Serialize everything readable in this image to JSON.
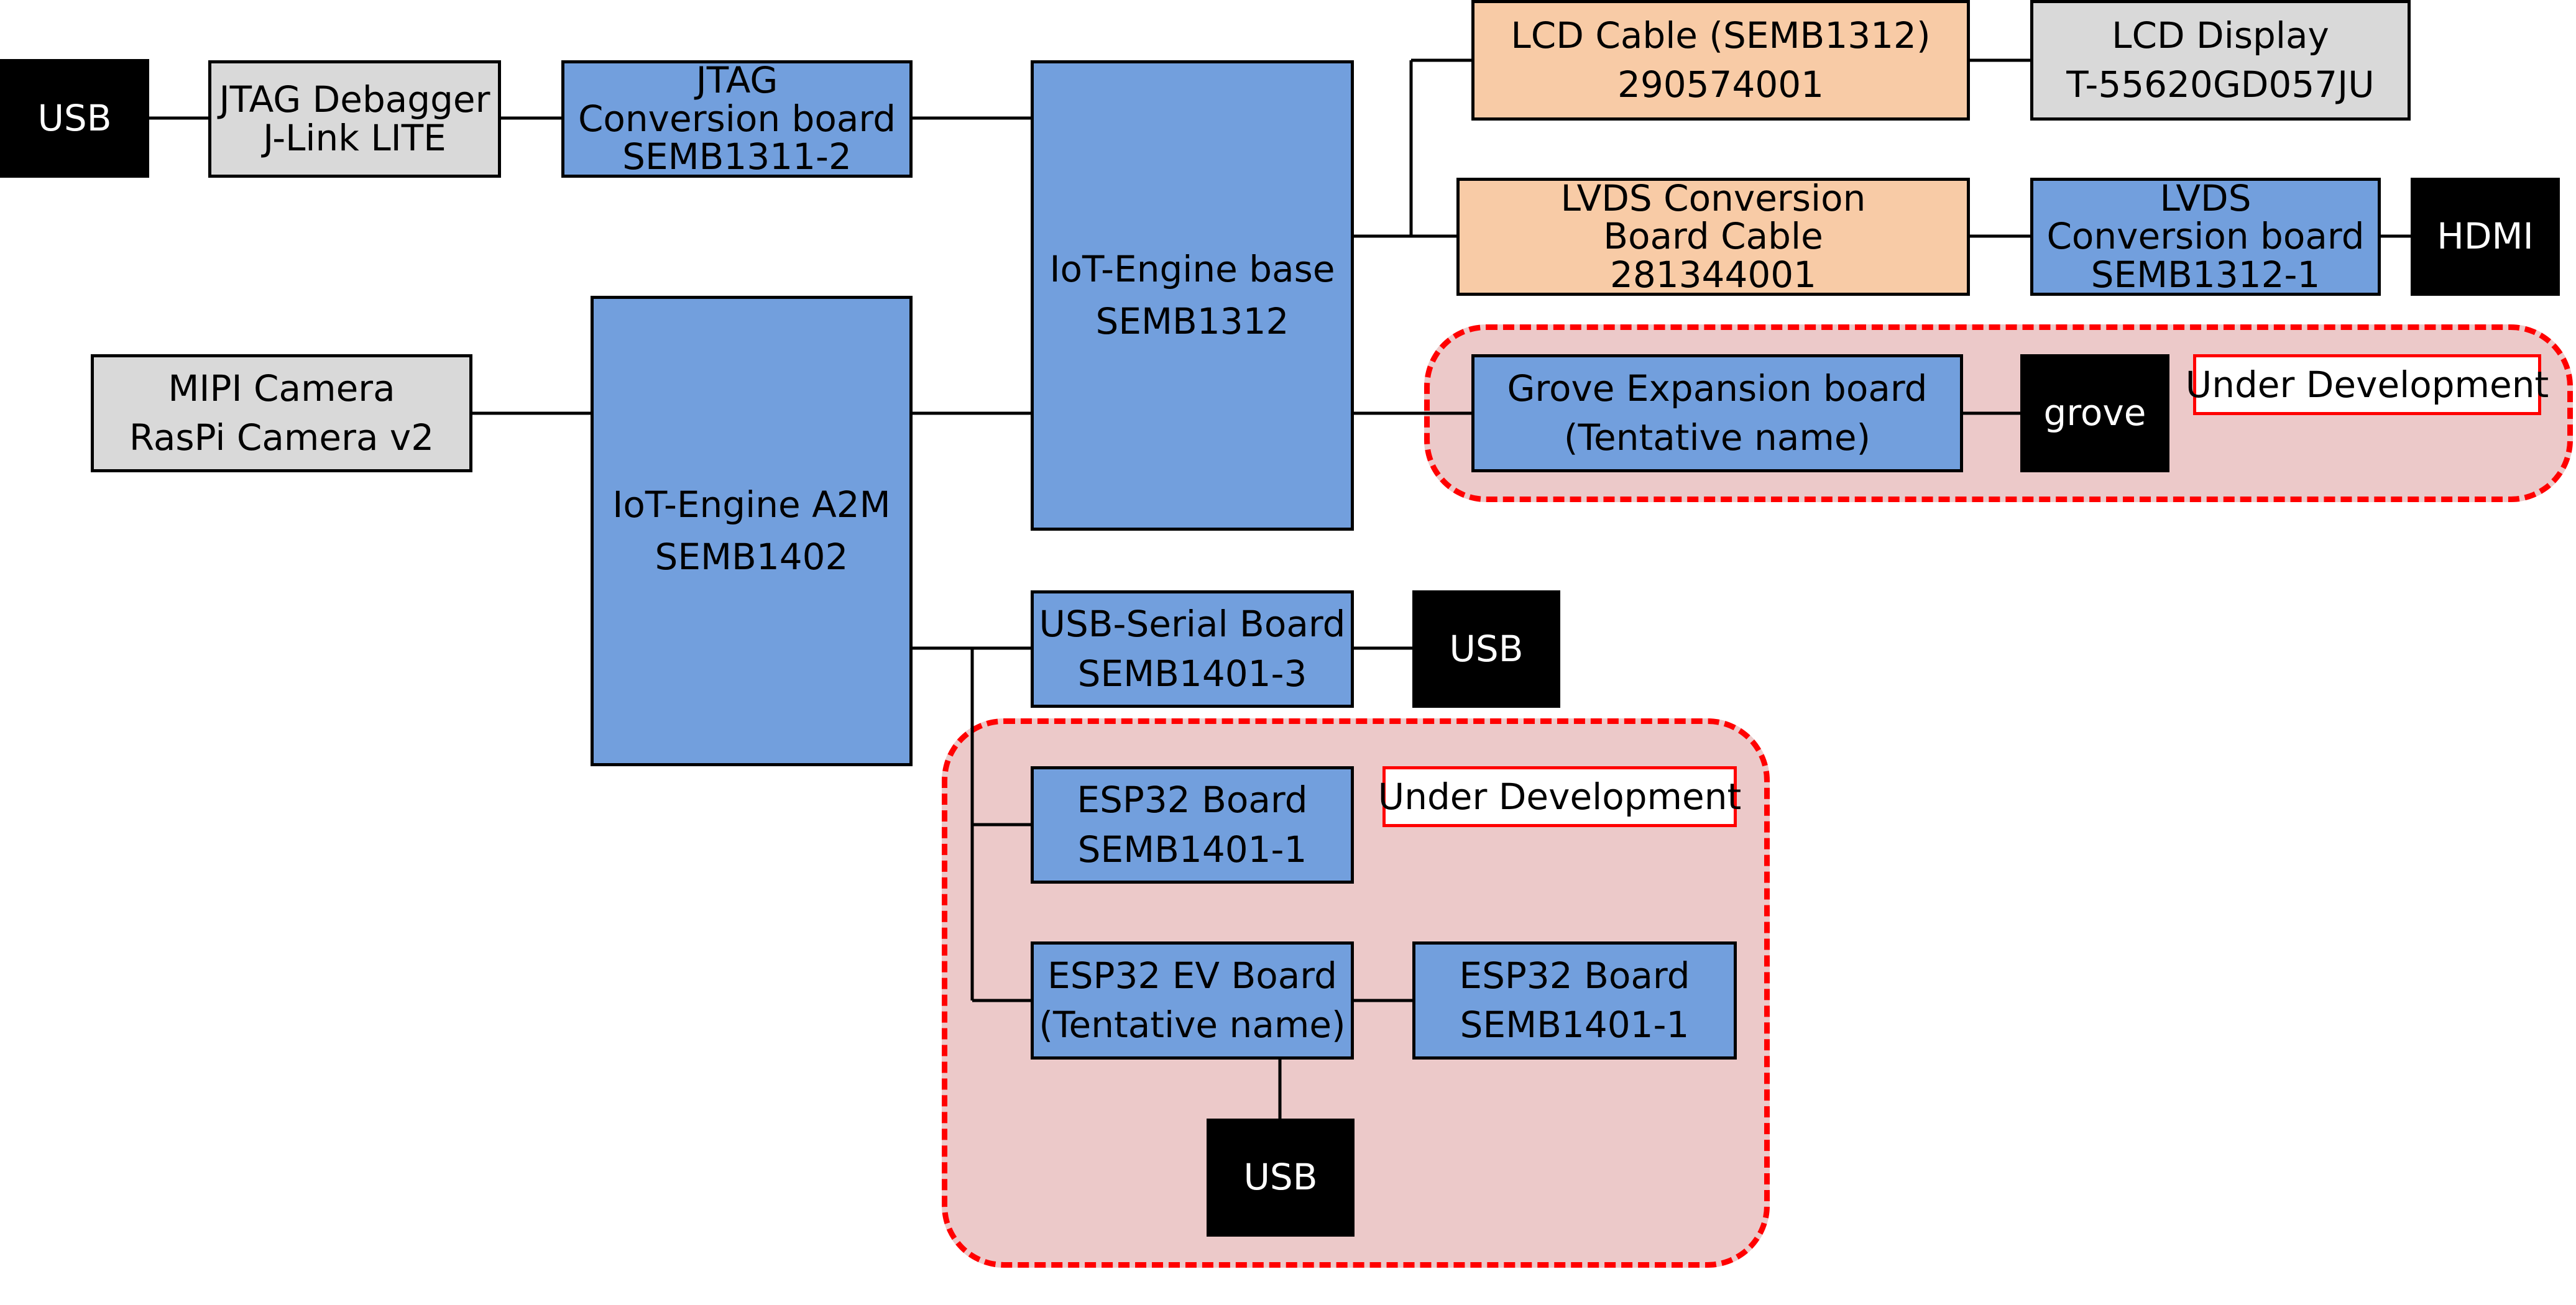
{
  "diagram": {
    "usb_host": {
      "lines": [
        "USB"
      ]
    },
    "jtag_debugger": {
      "lines": [
        "JTAG Debagger",
        "J-Link LITE"
      ]
    },
    "jtag_conversion": {
      "lines": [
        "JTAG",
        "Conversion board",
        "SEMB1311-2"
      ]
    },
    "iot_base": {
      "lines": [
        "IoT-Engine base",
        "SEMB1312"
      ]
    },
    "lcd_cable": {
      "lines": [
        "LCD Cable (SEMB1312)",
        "290574001"
      ]
    },
    "lcd_display": {
      "lines": [
        "LCD Display",
        "T-55620GD057JU"
      ]
    },
    "lvds_cable": {
      "lines": [
        "LVDS Conversion",
        "Board Cable",
        "281344001"
      ]
    },
    "lvds_board": {
      "lines": [
        "LVDS",
        "Conversion board",
        "SEMB1312-1"
      ]
    },
    "hdmi": {
      "lines": [
        "HDMI"
      ]
    },
    "grove_board": {
      "lines": [
        "Grove Expansion board",
        "(Tentative name)"
      ]
    },
    "grove": {
      "lines": [
        "grove"
      ]
    },
    "grove_tag": "Under Development",
    "mipi_camera": {
      "lines": [
        "MIPI Camera",
        "RasPi Camera v2"
      ]
    },
    "iot_a2m": {
      "lines": [
        "IoT-Engine A2M",
        "SEMB1402"
      ]
    },
    "usb_serial": {
      "lines": [
        "USB-Serial Board",
        "SEMB1401-3"
      ]
    },
    "usb_serial_port": {
      "lines": [
        "USB"
      ]
    },
    "esp32_board": {
      "lines": [
        "ESP32 Board",
        "SEMB1401-1"
      ]
    },
    "esp32_tag": "Under Development",
    "esp32_ev": {
      "lines": [
        "ESP32 EV Board",
        "(Tentative name)"
      ]
    },
    "esp32_board_2": {
      "lines": [
        "ESP32 Board",
        "SEMB1401-1"
      ]
    },
    "esp32_usb": {
      "lines": [
        "USB"
      ]
    }
  },
  "colors": {
    "board_blue": "#729fdd",
    "cable_peach": "#f8cba6",
    "device_gray": "#d9d9d9",
    "port_black": "#000000",
    "dev_region_fill": "#ecc9c9",
    "dev_region_border": "#ff0000"
  }
}
